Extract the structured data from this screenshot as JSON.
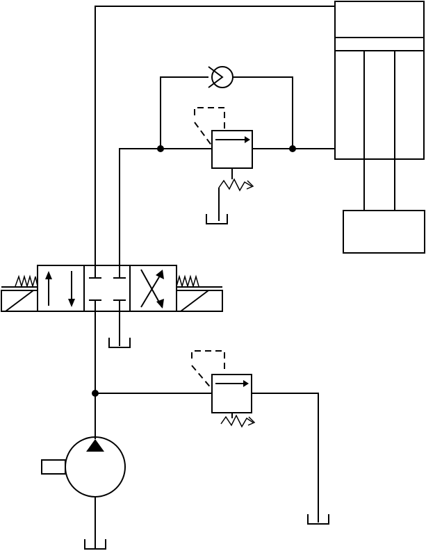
{
  "diagram": {
    "components": [
      {
        "id": "hydraulic-cylinder",
        "icon": "double-acting-cylinder"
      },
      {
        "id": "load-block",
        "icon": "load"
      },
      {
        "id": "check-valve",
        "icon": "check-valve"
      },
      {
        "id": "sequence-valve",
        "icon": "pressure-valve-pilot-operated"
      },
      {
        "id": "directional-control-valve",
        "icon": "4-3-way-valve-spring-centered"
      },
      {
        "id": "relief-valve",
        "icon": "pressure-relief-valve"
      },
      {
        "id": "pump",
        "icon": "fixed-displacement-pump"
      },
      {
        "id": "tank",
        "icon": "reservoir",
        "count": 4
      }
    ],
    "colors": {
      "line": "#000000",
      "background": "#ffffff"
    }
  }
}
